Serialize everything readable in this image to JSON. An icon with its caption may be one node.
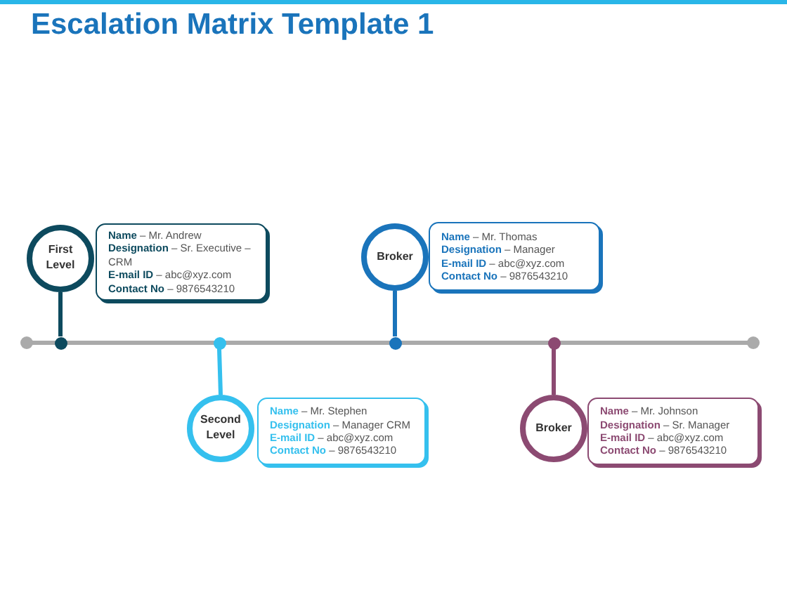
{
  "diagram": {
    "title": "Escalation Matrix Template 1",
    "nodes": [
      {
        "text": [
          "First Level"
        ]
      },
      {
        "text": [
          "**Name** – Mr. Andrew",
          "**Designation** – Sr. Executive – CRM",
          "**E-mail ID** – abc@xyz.com",
          "**Contact No** – 9876543210"
        ]
      },
      {
        "text": [
          "Broker"
        ]
      },
      {
        "text": [
          "**Name** – Mr. Thomas",
          "**Designation** – Manager",
          "**E-mail ID** – abc@xyz.com",
          "**Contact No** – 9876543210"
        ]
      },
      {
        "text": [
          "Second Level"
        ]
      },
      {
        "text": [
          "**Name** – Mr. Stephen",
          "**Designation** – Manager CRM",
          "**E-mail ID** – abc@xyz.com",
          "**Contact No** – 9876543210"
        ]
      },
      {
        "text": [
          "Broker"
        ]
      },
      {
        "text": [
          "**Name** – Mr. Johnson",
          "**Designation** – Sr. Manager",
          "**E-mail ID** – abc@xyz.com",
          "**Contact No** – 9876543210"
        ]
      },
      {
        "text": [],
        "shape": "circle"
      },
      {
        "text": [],
        "shape": "circle"
      },
      {
        "text": [],
        "shape": "circle"
      },
      {
        "text": [],
        "shape": "circle"
      }
    ],
    "edges": [
      {
        "from": 0,
        "to": 8,
        "arrow": "none",
        "color": "#0d4a5e"
      },
      {
        "from": 4,
        "to": 9,
        "arrow": "none",
        "color": "#35c0ee"
      },
      {
        "from": 2,
        "to": 10,
        "arrow": "none",
        "color": "#1a74bb"
      },
      {
        "from": 6,
        "to": 11,
        "arrow": "none",
        "color": "#8c4a72"
      }
    ]
  }
}
